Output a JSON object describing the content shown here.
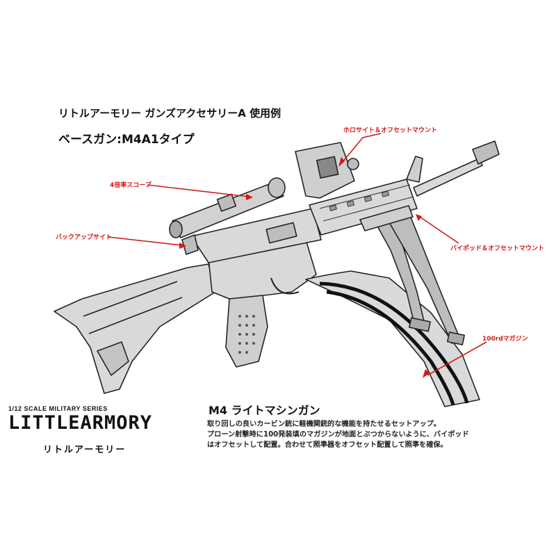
{
  "header": {
    "title": "リトルアーモリー ガンズアクセサリーA 使用例",
    "base_gun": "ベースガン:M4A1タイプ"
  },
  "callouts": {
    "holosight": "ホロサイト＆オフセットマウント",
    "scope": "4倍率スコープ",
    "backup_sight": "バックアップサイト",
    "bipod": "バイポッド＆オフセットマウント",
    "magazine": "100rdマガジン"
  },
  "product": {
    "name": "M4 ライトマシンガン",
    "description": [
      "取り回しの良いカービン銃に軽機関銃的な機能を持たせるセットアップ。",
      "プローン射撃時に100発装填のマガジンが地面とぶつからないように、バイポッド",
      "はオフセットして配置。合わせて照準器をオフセット配置して照準を確保。"
    ]
  },
  "logo": {
    "series": "1/12 SCALE MILITARY SERIES",
    "brand": "LITTLEARMORY",
    "brand_kana": "リトルアーモリー"
  },
  "colors": {
    "callout": "#d41818",
    "text": "#111111",
    "gun_fill": "#d9d9d9",
    "gun_stroke": "#222222"
  }
}
